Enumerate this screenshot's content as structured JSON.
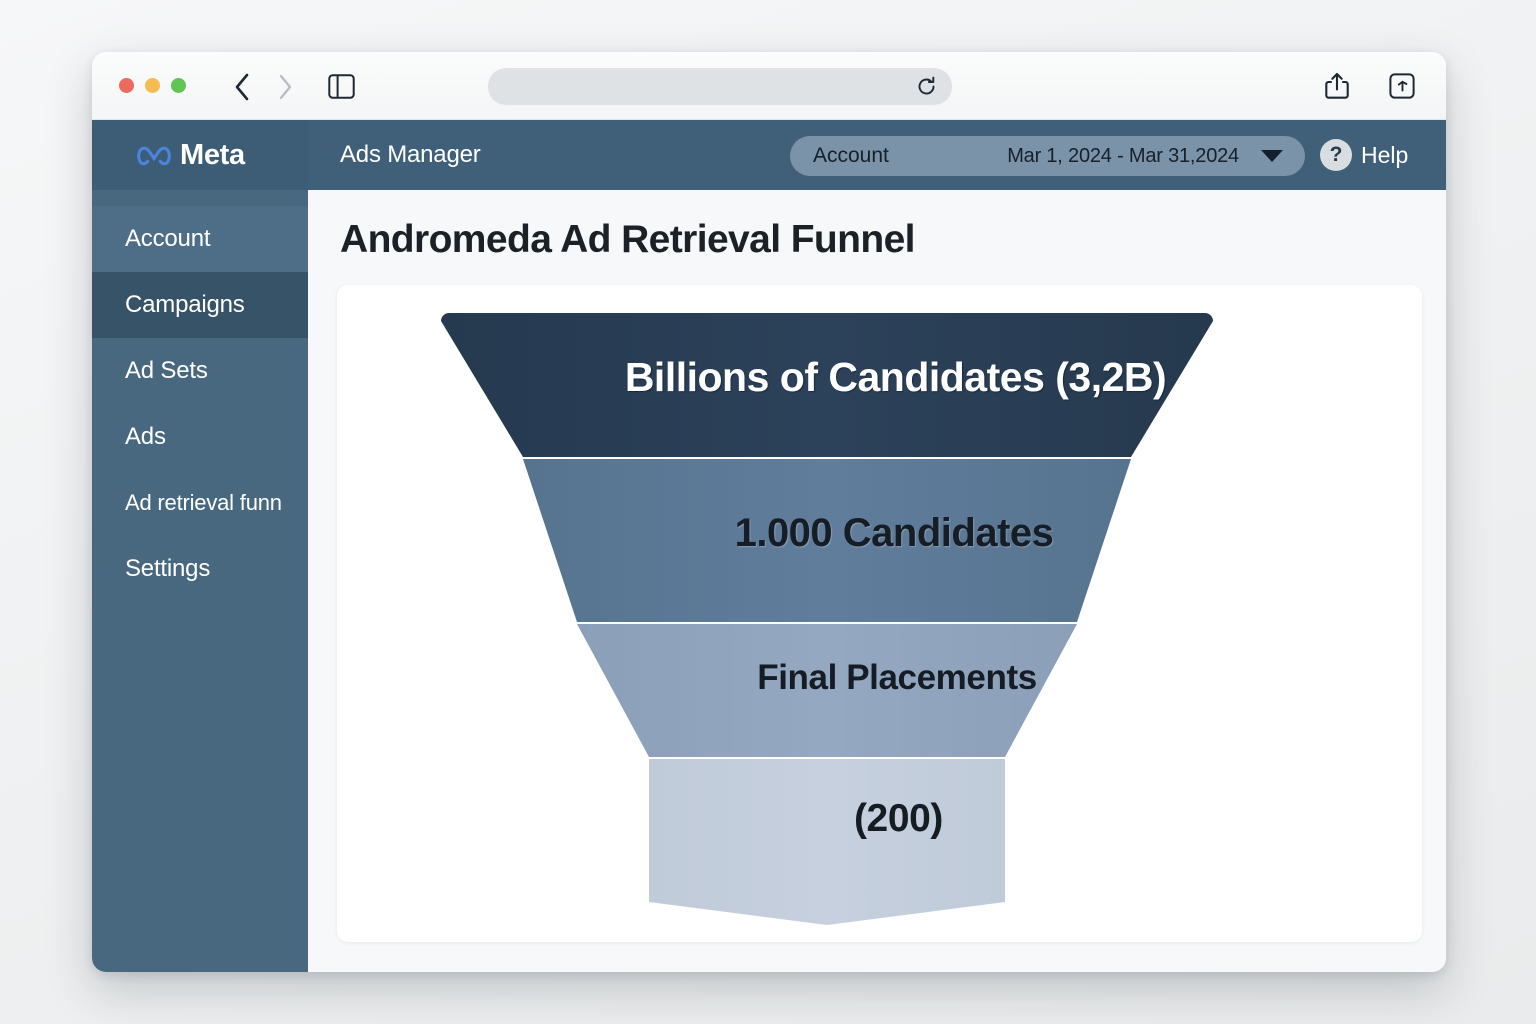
{
  "browser": {
    "traffic_lights": [
      "close",
      "minimize",
      "maximize"
    ],
    "back_icon": "chevron-left-icon",
    "forward_icon": "chevron-right-icon",
    "sidebar_toggle_icon": "sidebar-toggle-icon",
    "address_value": "",
    "address_placeholder": "",
    "reload_icon": "reload-icon",
    "share_icon": "share-icon",
    "new_tab_icon": "new-tab-icon"
  },
  "header": {
    "brand": "Meta",
    "brand_logo_icon": "meta-infinity-icon",
    "app_title": "Ads Manager",
    "account_label": "Account",
    "date_range": "Mar 1, 2024 - Mar 31,2024",
    "dropdown_icon": "chevron-down-icon",
    "help_label": "Help",
    "help_icon": "question-mark-icon"
  },
  "sidebar": {
    "items": [
      {
        "label": "Account",
        "state": "active-light"
      },
      {
        "label": "Campaigns",
        "state": "active-dark"
      },
      {
        "label": "Ad Sets",
        "state": ""
      },
      {
        "label": "Ads",
        "state": ""
      },
      {
        "label": "Ad retrieval funn",
        "state": ""
      },
      {
        "label": "Settings",
        "state": ""
      }
    ]
  },
  "main": {
    "page_title": "Andromeda Ad Retrieval Funnel"
  },
  "colors": {
    "header_bar": "#3f6078",
    "sidebar": "#48687f",
    "sidebar_active_dark": "#375368",
    "sidebar_active_light": "#4d6e86",
    "main_bg": "#f7f8fa",
    "card_bg": "#ffffff",
    "brand_blue": "#4a84dd",
    "stage_1": "#2a4159",
    "stage_2": "#5d7b99",
    "stage_3": "#90a5bf",
    "stage_4": "#c3cedd"
  },
  "chart_data": {
    "type": "funnel",
    "title": "Andromeda Ad Retrieval Funnel",
    "xlabel": "",
    "ylabel": "",
    "stages": [
      {
        "label": "Billions of Candidates (3,2B)",
        "value": 3200000000,
        "value_text": "3,2B",
        "color": "#2a4159",
        "text_color": "#ffffff"
      },
      {
        "label": "1.000 Candidates",
        "value": 1000,
        "value_text": "1.000",
        "color": "#5d7b99",
        "text_color": "#161d24"
      },
      {
        "label": "Final Placements",
        "value": null,
        "value_text": "",
        "color": "#90a5bf",
        "text_color": "#151c23"
      },
      {
        "label": "(200)",
        "value": 200,
        "value_text": "200",
        "color": "#c3cedd",
        "text_color": "#151c23"
      }
    ],
    "legend": [],
    "grid": false
  }
}
